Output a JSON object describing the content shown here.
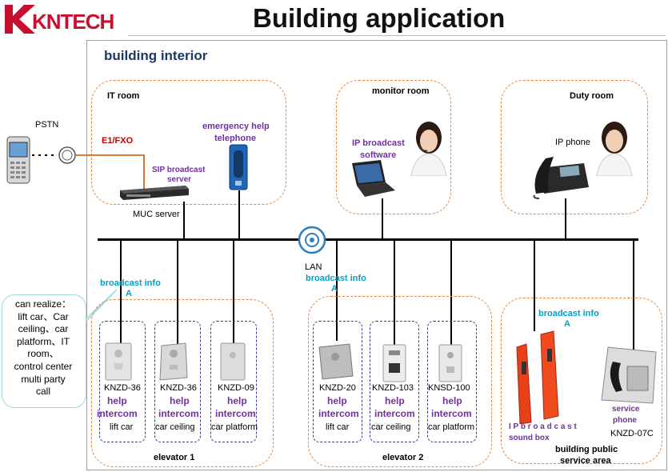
{
  "header": {
    "logo": "KNTECH",
    "title": "Building application"
  },
  "section_title": "building interior",
  "pstn": "PSTN",
  "lan": "LAN",
  "rooms": {
    "it_room": {
      "title": "IT room",
      "e1fxo": "E1/FXO",
      "sip_server": [
        "SIP broadcast",
        "server"
      ],
      "muc_server": "MUC server",
      "emergency": [
        "emergency help",
        "telephone"
      ]
    },
    "monitor_room": {
      "title": "monitor room",
      "software": [
        "IP broadcast",
        "software"
      ]
    },
    "duty_room": {
      "title": "Duty room",
      "phone": "IP phone"
    }
  },
  "callout": {
    "lines": [
      "can realize：",
      "lift car、Car",
      "ceiling、car",
      "platform、IT",
      "room、",
      "control center",
      "multi party",
      "call"
    ]
  },
  "broadcast_labels": {
    "a1": [
      "broadcast info",
      "A"
    ],
    "a2": [
      "broadcast info",
      "A"
    ],
    "a3": [
      "broadcast info",
      "A"
    ]
  },
  "elevator1": {
    "label": "elevator 1",
    "devices": [
      {
        "model": "KNZD-36",
        "help": "help",
        "intercom": "intercom",
        "place": "lift car"
      },
      {
        "model": "KNZD-36",
        "help": "help",
        "intercom": "intercom",
        "place": "car ceiling"
      },
      {
        "model": "KNZD-09",
        "help": "help",
        "intercom": "intercom",
        "place": "car platform"
      }
    ]
  },
  "elevator2": {
    "label": "elevator 2",
    "devices": [
      {
        "model": "KNZD-20",
        "help": "help",
        "intercom": "intercom",
        "place": "lift car"
      },
      {
        "model": "KNZD-103",
        "help": "help",
        "intercom": "intercom",
        "place": "car ceiling"
      },
      {
        "model": "KNSD-100",
        "help": "help",
        "intercom": "intercom",
        "place": "car platform"
      }
    ]
  },
  "public_area": {
    "label": [
      "building public",
      "service area"
    ],
    "sound_box": [
      "I P b r o a d c a s t",
      "sound box"
    ],
    "service_phone": [
      "service",
      "phone"
    ],
    "service_model": "KNZD-07C"
  },
  "colors": {
    "accent_orange": "#e8843c",
    "purple": "#7030a0",
    "cyan": "#00a0c8",
    "logo_red": "#c8102e",
    "fxo_red": "#c00000"
  }
}
